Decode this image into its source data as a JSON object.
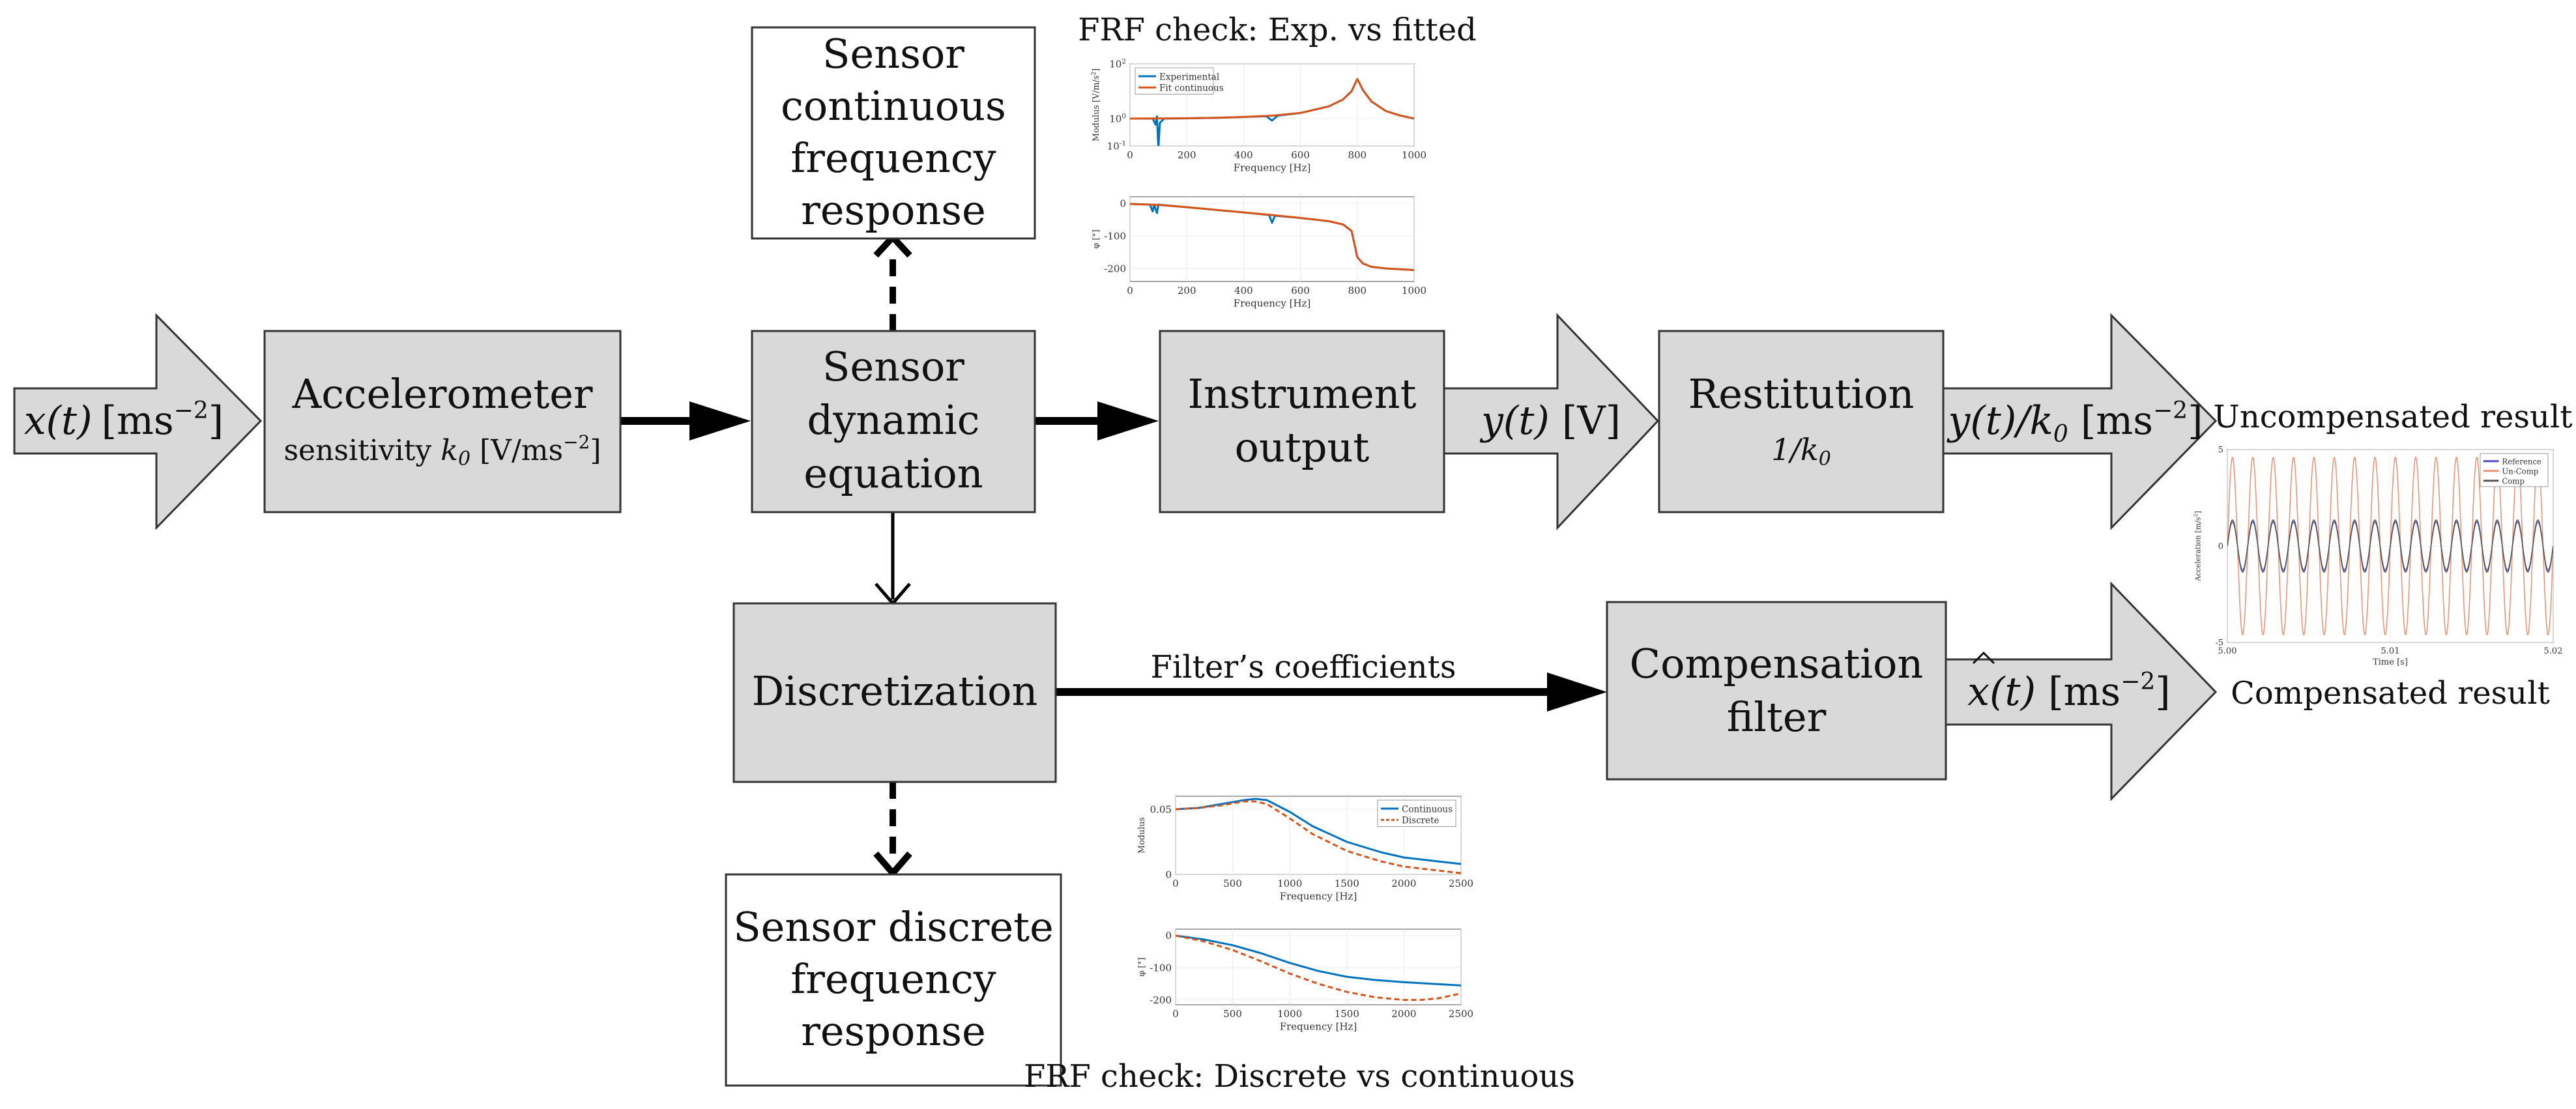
{
  "nodes": {
    "input_signal": {
      "func": "x(t)",
      "unit": "[ms",
      "exp": "−2",
      "close": "]"
    },
    "accelerometer": {
      "title": "Accelerometer",
      "sub_text": "sensitivity ",
      "sub_k": "k",
      "sub_idx": "0",
      "sub_unit": " [V/ms",
      "sub_exp": "−2",
      "sub_close": "]"
    },
    "sensor_dynamic": {
      "lines": [
        "Sensor",
        "dynamic",
        "equation"
      ]
    },
    "sensor_continuous": {
      "lines": [
        "Sensor",
        "continuous",
        "frequency",
        "response"
      ]
    },
    "instrument_output": {
      "lines": [
        "Instrument",
        "output"
      ]
    },
    "voltage_signal": {
      "func": "y(t)",
      "unit": " [V]"
    },
    "restitution": {
      "title": "Restitution",
      "sub_k": "1/k",
      "sub_idx": "0"
    },
    "uncompensated_signal": {
      "func": "y(t)/k",
      "idx": "0",
      "unit": " [ms",
      "exp": "−2",
      "close": "]"
    },
    "discretization": {
      "title": "Discretization"
    },
    "sensor_discrete": {
      "lines": [
        "Sensor discrete",
        "frequency",
        "response"
      ]
    },
    "compensation_filter": {
      "lines": [
        "Compensation",
        "filter"
      ]
    },
    "compensated_signal": {
      "func": "x(t)",
      "unit": " [ms",
      "exp": "−2",
      "close": "]"
    }
  },
  "labels": {
    "filter_coefficients": "Filter’s coefficients",
    "frf_top": "FRF check: Exp. vs fitted",
    "frf_bottom": "FRF check: Discrete vs continuous",
    "uncompensated_result": "Uncompensated result",
    "compensated_result": "Compensated result"
  },
  "colors": {
    "box_fill": "#d9d9d9",
    "box_stroke": "#333333",
    "experimental": "#0072bd",
    "fitted": "#d95319",
    "reference": "#4b4bc8",
    "uncomp": "#e8967a",
    "comp": "#555555"
  },
  "chart_data": [
    {
      "id": "frf-top-modulus",
      "type": "line",
      "scale": "log",
      "xlabel": "Frequency [Hz]",
      "ylabel": "Modulus [V/m/s",
      "ylabel_exp": "2",
      "ylabel_close": "]",
      "xlim": [
        0,
        1000
      ],
      "ylim": [
        0.1,
        100
      ],
      "xticks": [
        0,
        200,
        400,
        600,
        800,
        1000
      ],
      "yticks": [
        0.1,
        1,
        100
      ],
      "ytick_labels": [
        {
          "b": "10",
          "e": "-1"
        },
        {
          "b": "10",
          "e": "0"
        },
        {
          "b": "10",
          "e": "2"
        }
      ],
      "legend": "top-left",
      "series": [
        {
          "name": "Experimental",
          "color_key": "experimental",
          "x": [
            0,
            60,
            80,
            90,
            95,
            100,
            105,
            120,
            200,
            300,
            400,
            480,
            500,
            520,
            600,
            700,
            750,
            780,
            800,
            820,
            850,
            900,
            950,
            1000
          ],
          "y": [
            1.0,
            1.0,
            1.0,
            0.6,
            1.2,
            0.08,
            0.7,
            1.0,
            1.02,
            1.06,
            1.15,
            1.22,
            0.85,
            1.28,
            1.6,
            2.8,
            5.0,
            10.0,
            28.0,
            11.0,
            4.2,
            1.9,
            1.3,
            1.0
          ]
        },
        {
          "name": "Fit continuous",
          "color_key": "fitted",
          "x": [
            0,
            100,
            200,
            300,
            400,
            500,
            600,
            700,
            750,
            780,
            800,
            820,
            850,
            900,
            950,
            1000
          ],
          "y": [
            1.0,
            1.01,
            1.03,
            1.07,
            1.15,
            1.28,
            1.6,
            2.8,
            5.0,
            10.0,
            28.0,
            11.0,
            4.2,
            1.9,
            1.3,
            1.0
          ]
        }
      ]
    },
    {
      "id": "frf-top-phase",
      "type": "line",
      "xlabel": "Frequency [Hz]",
      "ylabel": "φ [°]",
      "xlim": [
        0,
        1000
      ],
      "ylim": [
        -240,
        20
      ],
      "xticks": [
        0,
        200,
        400,
        600,
        800,
        1000
      ],
      "yticks": [
        0,
        -100,
        -200
      ],
      "series": [
        {
          "name": "Experimental",
          "color_key": "experimental",
          "x": [
            0,
            70,
            80,
            85,
            95,
            100,
            110,
            200,
            300,
            400,
            490,
            500,
            510,
            600,
            700,
            750,
            780,
            800,
            820,
            850,
            900,
            1000
          ],
          "y": [
            -2,
            -4,
            -25,
            -4,
            -30,
            -4,
            -5,
            -12,
            -20,
            -28,
            -36,
            -60,
            -38,
            -45,
            -55,
            -65,
            -85,
            -165,
            -185,
            -195,
            -200,
            -205
          ]
        },
        {
          "name": "Fit continuous",
          "color_key": "fitted",
          "x": [
            0,
            100,
            200,
            300,
            400,
            500,
            600,
            700,
            750,
            780,
            800,
            820,
            850,
            900,
            1000
          ],
          "y": [
            -2,
            -5,
            -12,
            -20,
            -28,
            -36,
            -45,
            -55,
            -65,
            -85,
            -165,
            -185,
            -195,
            -200,
            -205
          ]
        }
      ]
    },
    {
      "id": "frf-bottom-modulus",
      "type": "line",
      "xlabel": "Frequency [Hz]",
      "ylabel": "Modulus",
      "xlim": [
        0,
        2500
      ],
      "ylim": [
        0,
        0.06
      ],
      "xticks": [
        0,
        500,
        1000,
        1500,
        2000,
        2500
      ],
      "yticks": [
        0,
        0.05
      ],
      "legend": "top-right",
      "series": [
        {
          "name": "Continuous",
          "color_key": "experimental",
          "dashed": false,
          "x": [
            0,
            200,
            400,
            600,
            700,
            800,
            1000,
            1200,
            1500,
            1800,
            2000,
            2200,
            2500
          ],
          "y": [
            0.05,
            0.051,
            0.054,
            0.057,
            0.058,
            0.057,
            0.048,
            0.037,
            0.025,
            0.017,
            0.013,
            0.011,
            0.008
          ]
        },
        {
          "name": "Discrete",
          "color_key": "fitted",
          "dashed": true,
          "x": [
            0,
            200,
            400,
            600,
            700,
            800,
            1000,
            1200,
            1500,
            1800,
            2000,
            2200,
            2500
          ],
          "y": [
            0.05,
            0.051,
            0.053,
            0.056,
            0.056,
            0.054,
            0.043,
            0.031,
            0.018,
            0.01,
            0.006,
            0.004,
            0.001
          ]
        }
      ]
    },
    {
      "id": "frf-bottom-phase",
      "type": "line",
      "xlabel": "Frequency [Hz]",
      "ylabel": "φ [°]",
      "xlim": [
        0,
        2500
      ],
      "ylim": [
        -215,
        20
      ],
      "xticks": [
        0,
        500,
        1000,
        1500,
        2000,
        2500
      ],
      "yticks": [
        0,
        -100,
        -200
      ],
      "series": [
        {
          "name": "Continuous",
          "color_key": "experimental",
          "dashed": false,
          "x": [
            0,
            250,
            500,
            750,
            1000,
            1250,
            1500,
            1750,
            2000,
            2250,
            2500
          ],
          "y": [
            0,
            -12,
            -30,
            -55,
            -85,
            -110,
            -128,
            -138,
            -145,
            -150,
            -155
          ]
        },
        {
          "name": "Discrete",
          "color_key": "fitted",
          "dashed": true,
          "x": [
            0,
            250,
            500,
            750,
            1000,
            1250,
            1500,
            1750,
            2000,
            2150,
            2300,
            2500
          ],
          "y": [
            0,
            -18,
            -45,
            -80,
            -118,
            -150,
            -175,
            -192,
            -200,
            -200,
            -195,
            -180
          ]
        }
      ]
    },
    {
      "id": "time-response",
      "type": "line",
      "xlabel": "Time [s]",
      "ylabel": "Acceleration [m/s",
      "ylabel_exp": "2",
      "ylabel_close": "]",
      "xlim": [
        5.0,
        5.02
      ],
      "ylim": [
        -5,
        5
      ],
      "xticks": [
        5.0,
        5.01,
        5.02
      ],
      "xtick_labels": [
        "5.00",
        "5.01",
        "5.02"
      ],
      "yticks": [
        -5,
        0,
        5
      ],
      "legend": "top-right",
      "frequency_hz": 800,
      "series": [
        {
          "name": "Reference",
          "color_key": "reference",
          "amplitude": 1.25
        },
        {
          "name": "Un-Comp",
          "color_key": "uncomp",
          "amplitude": 4.6
        },
        {
          "name": "Comp",
          "color_key": "comp",
          "amplitude": 1.35
        }
      ]
    }
  ]
}
